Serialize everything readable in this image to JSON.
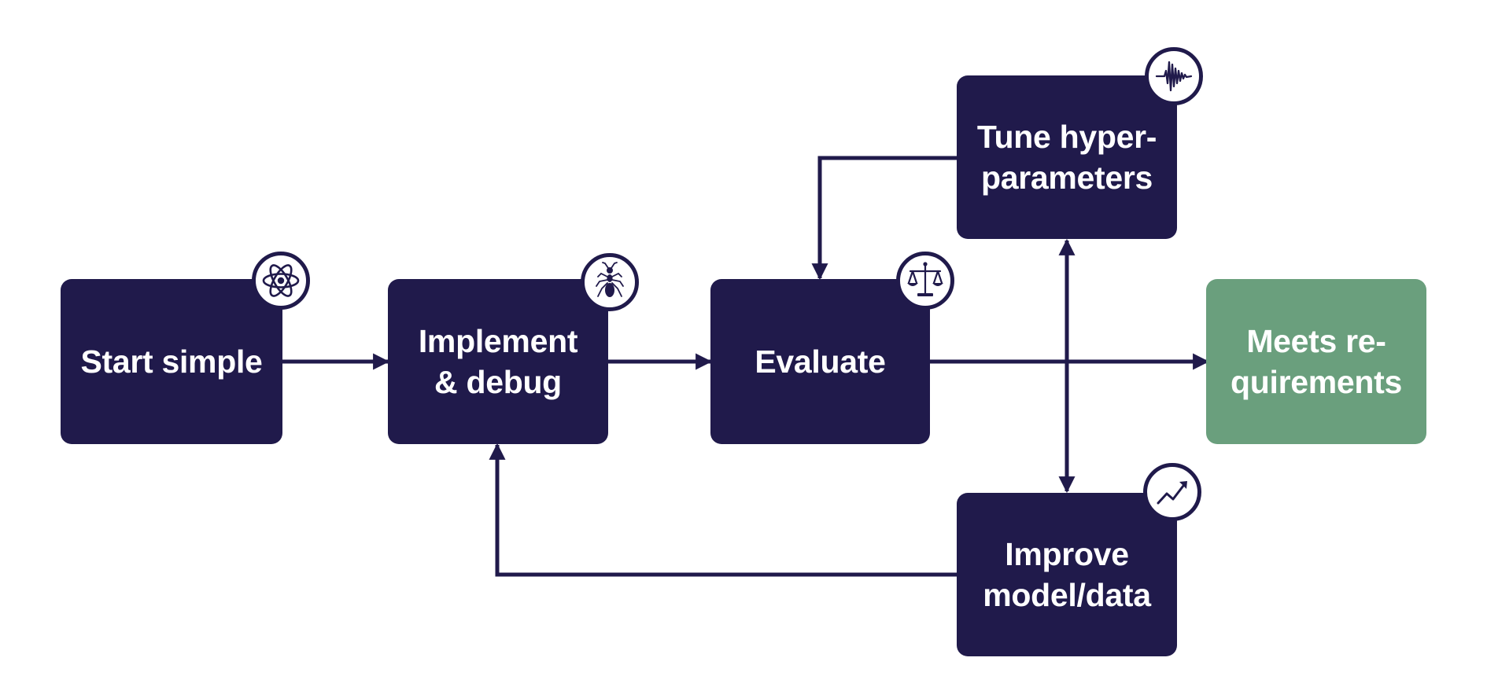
{
  "diagram": {
    "nodes": {
      "start_simple": {
        "label": "Start simple",
        "icon": "atom-icon"
      },
      "implement_debug": {
        "label": "Implement\n& debug",
        "icon": "ant-icon"
      },
      "evaluate": {
        "label": "Evaluate",
        "icon": "scales-icon"
      },
      "tune_hyperparameters": {
        "label": "Tune hyper-\nparameters",
        "icon": "waveform-icon"
      },
      "improve_model_data": {
        "label": "Improve\nmodel/data",
        "icon": "trend-up-icon"
      },
      "meets_requirements": {
        "label": "Meets re-\nquirements",
        "icon": ""
      }
    },
    "edges": [
      {
        "from": "start_simple",
        "to": "implement_debug"
      },
      {
        "from": "implement_debug",
        "to": "evaluate"
      },
      {
        "from": "evaluate",
        "to": "meets_requirements"
      },
      {
        "from": "tune_hyperparameters",
        "to": "evaluate"
      },
      {
        "from": "tune_hyperparameters",
        "to": "improve_model_data",
        "bidirectional": true
      },
      {
        "from": "improve_model_data",
        "to": "implement_debug"
      }
    ],
    "colors": {
      "node": "#201a4b",
      "success_node": "#6a9f7d",
      "connector": "#201a4b",
      "text": "#ffffff",
      "background": "#ffffff"
    }
  }
}
